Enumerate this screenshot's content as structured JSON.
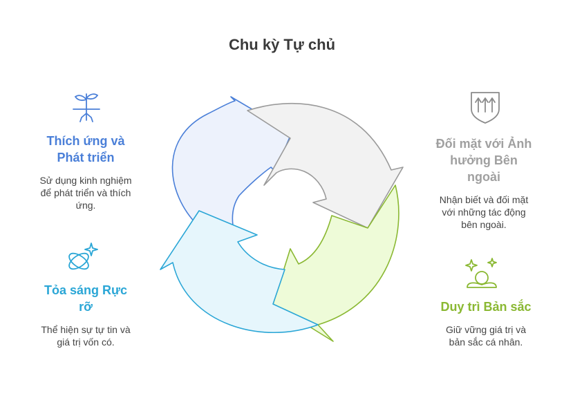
{
  "title": "Chu kỳ Tự chủ",
  "stages": [
    {
      "heading_lines": [
        "Thích ứng và",
        "Phát triển"
      ],
      "desc_lines": [
        "Sử dụng kinh nghiệm",
        "để phát triển và thích",
        "ứng."
      ],
      "color": "#4a7fd8",
      "icon": "sprout-icon"
    },
    {
      "heading_lines": [
        "Đối mặt với Ảnh",
        "hưởng Bên",
        "ngoài"
      ],
      "desc_lines": [
        "Nhận biết và đối mặt",
        "với những tác động",
        "bên ngoài."
      ],
      "color": "#a0a0a0",
      "icon": "shield-arrows-icon"
    },
    {
      "heading_lines": [
        "Duy trì Bản sắc"
      ],
      "desc_lines": [
        "Giữ vững giá trị và",
        "bản sắc cá nhân."
      ],
      "color": "#8ab832",
      "icon": "meditation-icon"
    },
    {
      "heading_lines": [
        "Tỏa sáng Rực",
        "rỡ"
      ],
      "desc_lines": [
        "Thể hiện sự tự tin và",
        "giá trị vốn có."
      ],
      "color": "#2aa6d6",
      "icon": "sparkle-orbit-icon"
    }
  ]
}
